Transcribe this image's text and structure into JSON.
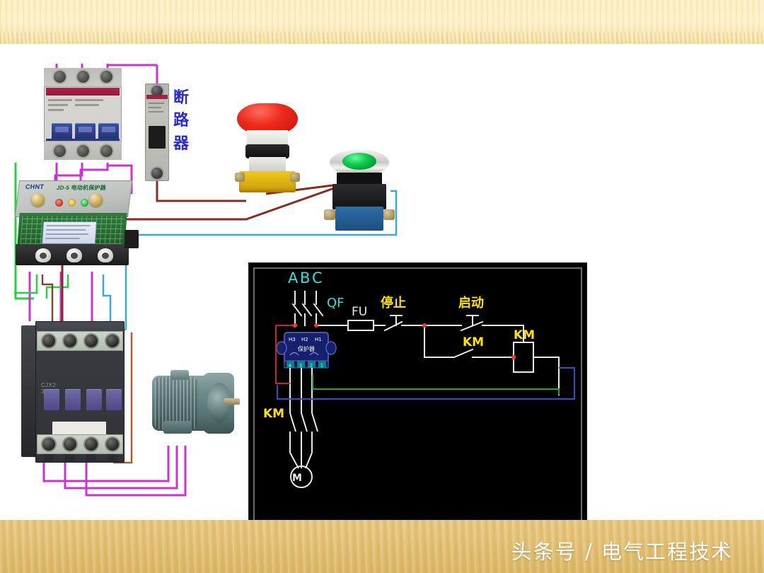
{
  "page": {
    "watermark": "头条号 / 电气工程技术",
    "background_top": "#fcf0c4",
    "background_bottom": "#e5c478"
  },
  "photo_labels": {
    "breaker_label": "断路器",
    "breaker_label_chars": [
      "断",
      "路",
      "器"
    ],
    "breaker_label_color": "#2a2ad0"
  },
  "components": [
    {
      "name": "three-pole-mcb",
      "type": "3-pole miniature circuit breaker",
      "poles": 3
    },
    {
      "name": "single-pole-mcb",
      "type": "1-pole miniature circuit breaker",
      "poles": 1
    },
    {
      "name": "motor-protection-relay",
      "type": "CHNT motor protection relay",
      "leds": [
        "red",
        "yellow",
        "green"
      ],
      "knobs": 2,
      "terminals": 3
    },
    {
      "name": "emergency-stop-button",
      "type": "red mushroom emergency stop pushbutton",
      "color": "#ee2a1c"
    },
    {
      "name": "green-start-button",
      "type": "green illuminated start pushbutton",
      "color": "#10c94f"
    },
    {
      "name": "ac-contactor",
      "type": "AC contactor KM",
      "terminals": 4
    },
    {
      "name": "three-phase-motor",
      "type": "three-phase induction motor",
      "color": "#6f8b8d"
    }
  ],
  "wire_colors": {
    "phase": "#cc33cc",
    "control_red": "#8b2a21",
    "control_blue": "#3aa8e0",
    "earth_green": "#22d243",
    "neutral_brown": "#7a4a2a"
  },
  "schematic": {
    "background": "#000000",
    "border": "#6b6b6b",
    "phase_labels": [
      "A",
      "B",
      "C"
    ],
    "phase_label_color": "#35e0d8",
    "qf_label": "QF",
    "qf_label_color": "#35e0d8",
    "fu_label": "FU",
    "fu_label_color": "#ffffff",
    "stop_label": "停止",
    "start_label": "启动",
    "cn_label_color": "#ffe200",
    "km_contact_label": "KM",
    "km_coil_label": "KM",
    "km_main_label": "KM",
    "km_label_color": "#ffe200",
    "motor_symbol": "M",
    "motor_symbol_color": "#ffffff",
    "relay_block": {
      "fill": "#16216e",
      "stroke": "#5a6ccf",
      "top_terminals": [
        "H3",
        "H2",
        "H1"
      ],
      "top_terminal_color": "#ffffff",
      "center_text": "保护器",
      "center_text_color": "#ffffff",
      "bottom_terminals": [
        "4",
        "3",
        "2",
        "1"
      ],
      "bottom_terminal_color": "#55e8e0"
    },
    "wires": {
      "main_white": "#e9e9e9",
      "red": "#cc2222",
      "green": "#19a83c",
      "blue": "#2257c9",
      "node_dot": "#ff3a2e"
    }
  }
}
